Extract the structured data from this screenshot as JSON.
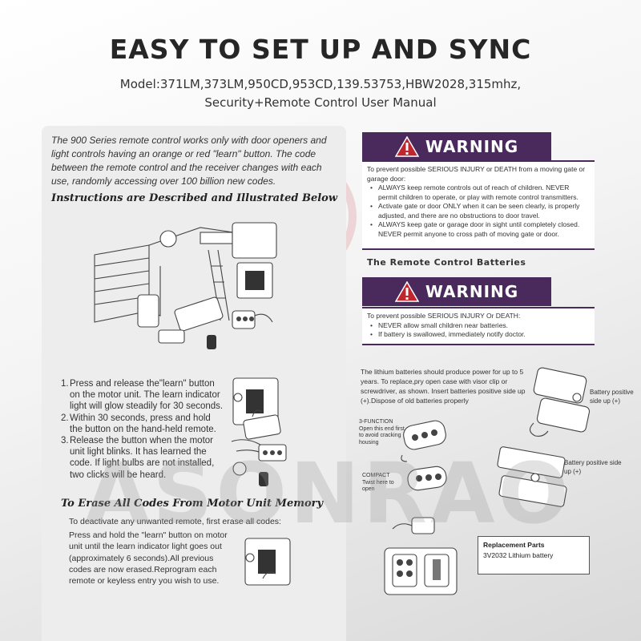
{
  "header": {
    "title": "EASY TO SET UP AND SYNC",
    "subtitle_line1": "Model:371LM,373LM,950CD,953CD,139.53753,HBW2028,315mhz,",
    "subtitle_line2": "Security+Remote Control User Manual"
  },
  "left": {
    "intro": "The 900 Series remote control works only with door openers and light controls having an orange or red \"learn\" button. The code between the remote control and the receiver changes with each use, randomly accessing over 100 billion new codes.",
    "instructions_heading": "Instructions are Described and Illustrated Below",
    "steps": [
      {
        "num": "1.",
        "text": "Press and release the\"learn\" button on the motor unit. The learn indicator light will glow steadily for 30 seconds."
      },
      {
        "num": "2.",
        "text": "Within 30 seconds, press and hold the button on the hand-held remote."
      },
      {
        "num": "3.",
        "text": "Release the button when the motor unit light blinks. It has learned the code. If light bulbs are not installed, two clicks will be heard."
      }
    ],
    "erase_heading": "To Erase All Codes From Motor Unit Memory",
    "erase_intro": "To deactivate any unwanted remote, first erase all codes:",
    "erase_body": "Press and hold the \"learn\" button on motor unit until the learn indicator light goes out (approximately 6 seconds).All previous codes are now erased.Reprogram each remote or keyless entry you wish to use."
  },
  "right": {
    "warning_label": "WARNING",
    "warning1": {
      "lead": "To prevent possible SERIOUS INJURY or DEATH from a moving gate or garage door:",
      "bullets": [
        "ALWAYS keep remote controls out of reach of children. NEVER permit children to operate, or play with remote control transmitters.",
        "Activate gate or door ONLY when it can be seen clearly, is properly adjusted, and there are no obstructions to door travel.",
        "ALWAYS keep gate or garage door in sight until completely closed. NEVER permit anyone to cross path of moving gate or door."
      ]
    },
    "batteries_heading": "The Remote Control Batteries",
    "warning2": {
      "lead": "To prevent possible SERIOUS INJURY Or DEATH:",
      "bullets": [
        "NEVER allow small children near batteries.",
        "If battery is swallowed, immediately notify doctor."
      ]
    },
    "battery_text": "The lithium batteries should produce power for up to 5 years. To replace,pry open case with visor clip or screwdriver, as shown. Insert batteries positive side up (+).Dispose of old batteries properly",
    "label_3function": "3-FUNCTION Open this end first to avoid cracking housing",
    "label_compact": "COMPACT Twist here to open",
    "label_batt_1": "Battery positive side up  (+)",
    "label_batt_2": "Battery positive side up  (+)",
    "replacement_title": "Replacement Parts",
    "replacement_part": "3V2032 Lithium battery"
  },
  "watermark": "ASONRAO",
  "colors": {
    "warning_bg": "#4a2a5c",
    "panel_bg": "#ededed",
    "watermark_logo": "#d9a3a8"
  }
}
